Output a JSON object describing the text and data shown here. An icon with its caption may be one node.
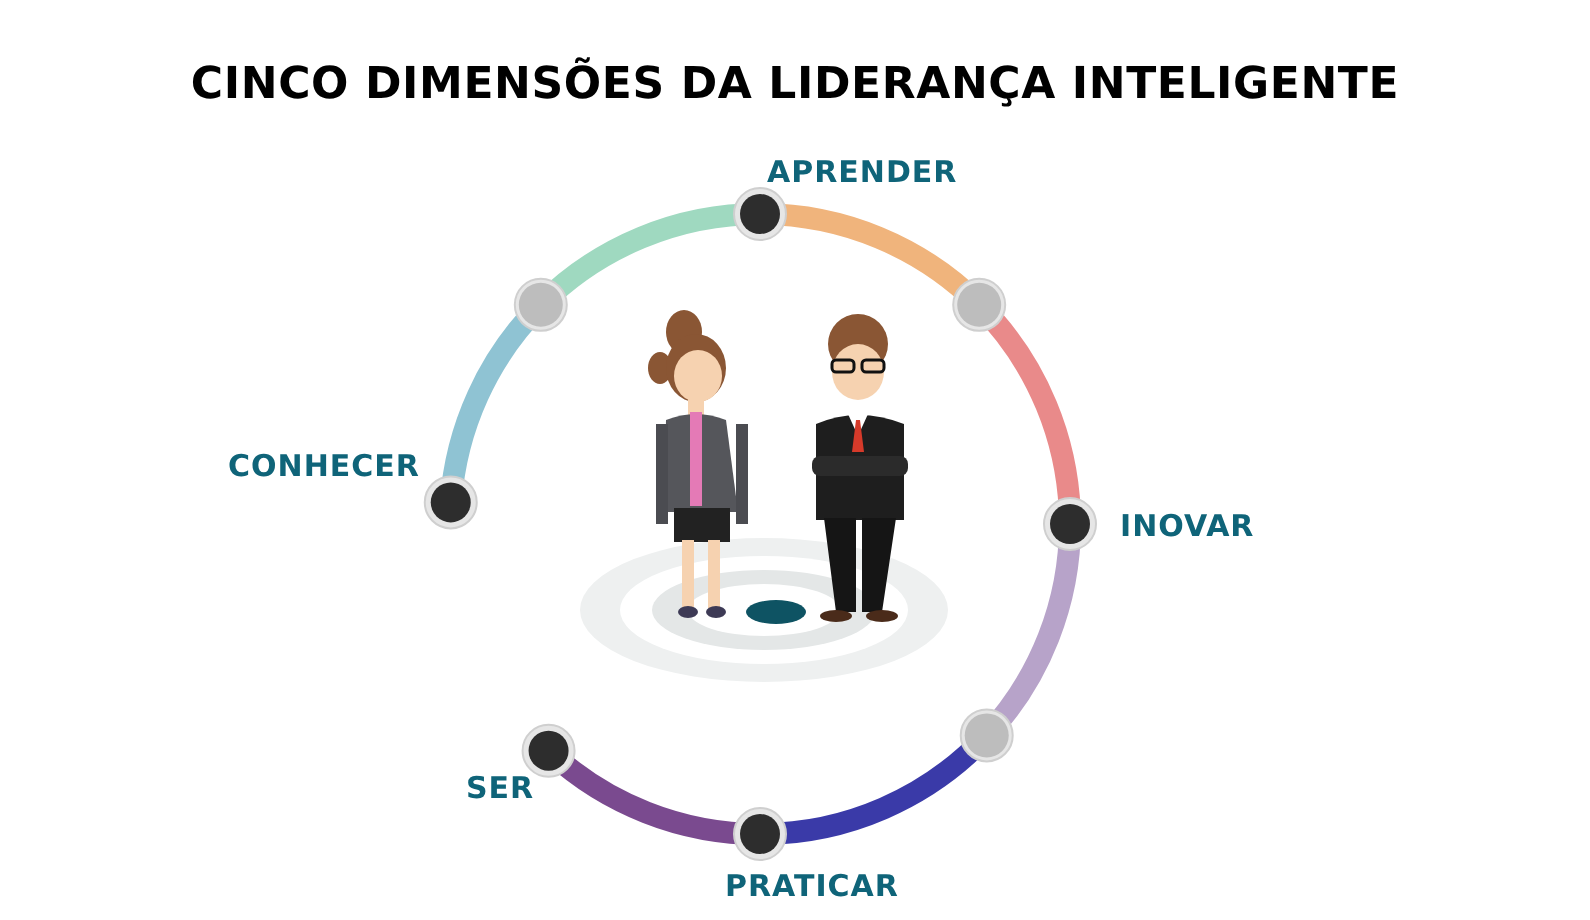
{
  "diagram": {
    "title": "CINCO DIMENSÕES DA LIDERANÇA INTELIGENTE",
    "labels": [
      "APRENDER",
      "CONHECER",
      "INOVAR",
      "SER",
      "PRATICAR"
    ]
  }
}
